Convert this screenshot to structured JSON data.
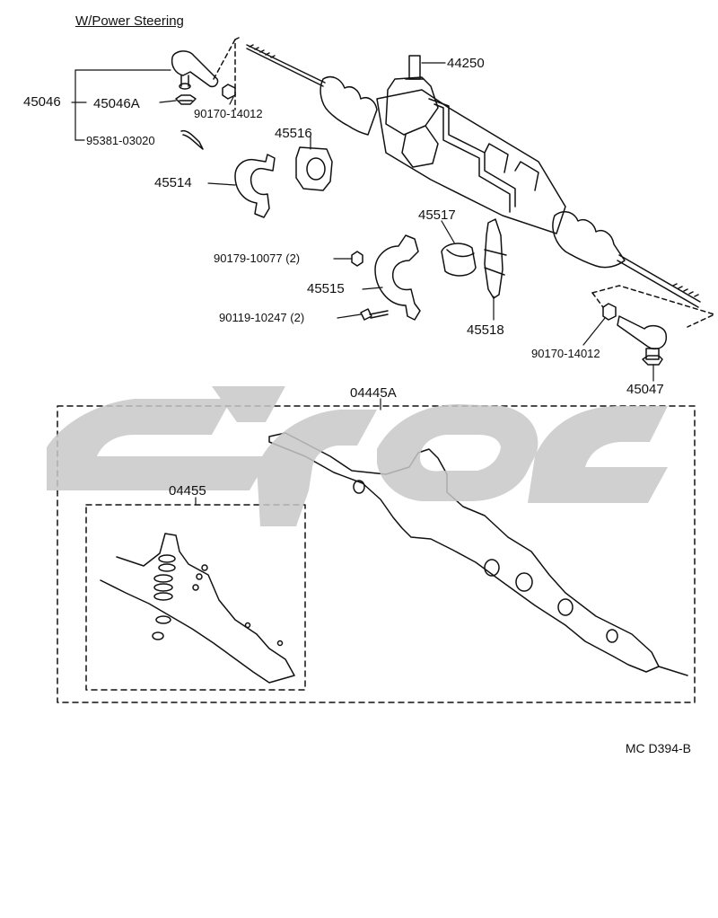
{
  "diagram": {
    "title": "W/Power Steering",
    "reference": "MC D394-B",
    "parts": {
      "p44250": "44250",
      "p45046": "45046",
      "p45046A": "45046A",
      "p90170_a": "90170-14012",
      "p95381": "95381-03020",
      "p45516": "45516",
      "p45514": "45514",
      "p45517": "45517",
      "p90179": "90179-10077 (2)",
      "p45515": "45515",
      "p90119": "90119-10247 (2)",
      "p45518": "45518",
      "p90170_b": "90170-14012",
      "p45047": "45047",
      "p04445A": "04445A",
      "p04455": "04455"
    }
  },
  "colors": {
    "line": "#111111",
    "watermark": "#c8c8c8"
  }
}
